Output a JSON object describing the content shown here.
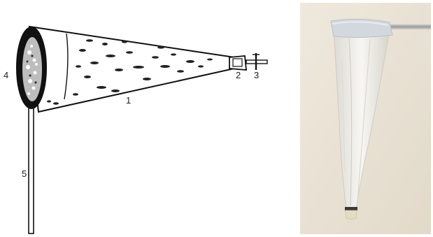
{
  "diagram": {
    "labels": [
      {
        "id": "1",
        "text": "1"
      },
      {
        "id": "2",
        "text": "2"
      },
      {
        "id": "3",
        "text": "3"
      },
      {
        "id": "4",
        "text": "4"
      },
      {
        "id": "5",
        "text": "5"
      }
    ]
  },
  "colors": {
    "ink": "#111111",
    "photo_background": "#eae3d6",
    "net_fabric": "#f4f2ee",
    "collar": "#cfd6dc",
    "pole": "#b9b9b9",
    "collector_cup": "#e6dcc2"
  }
}
